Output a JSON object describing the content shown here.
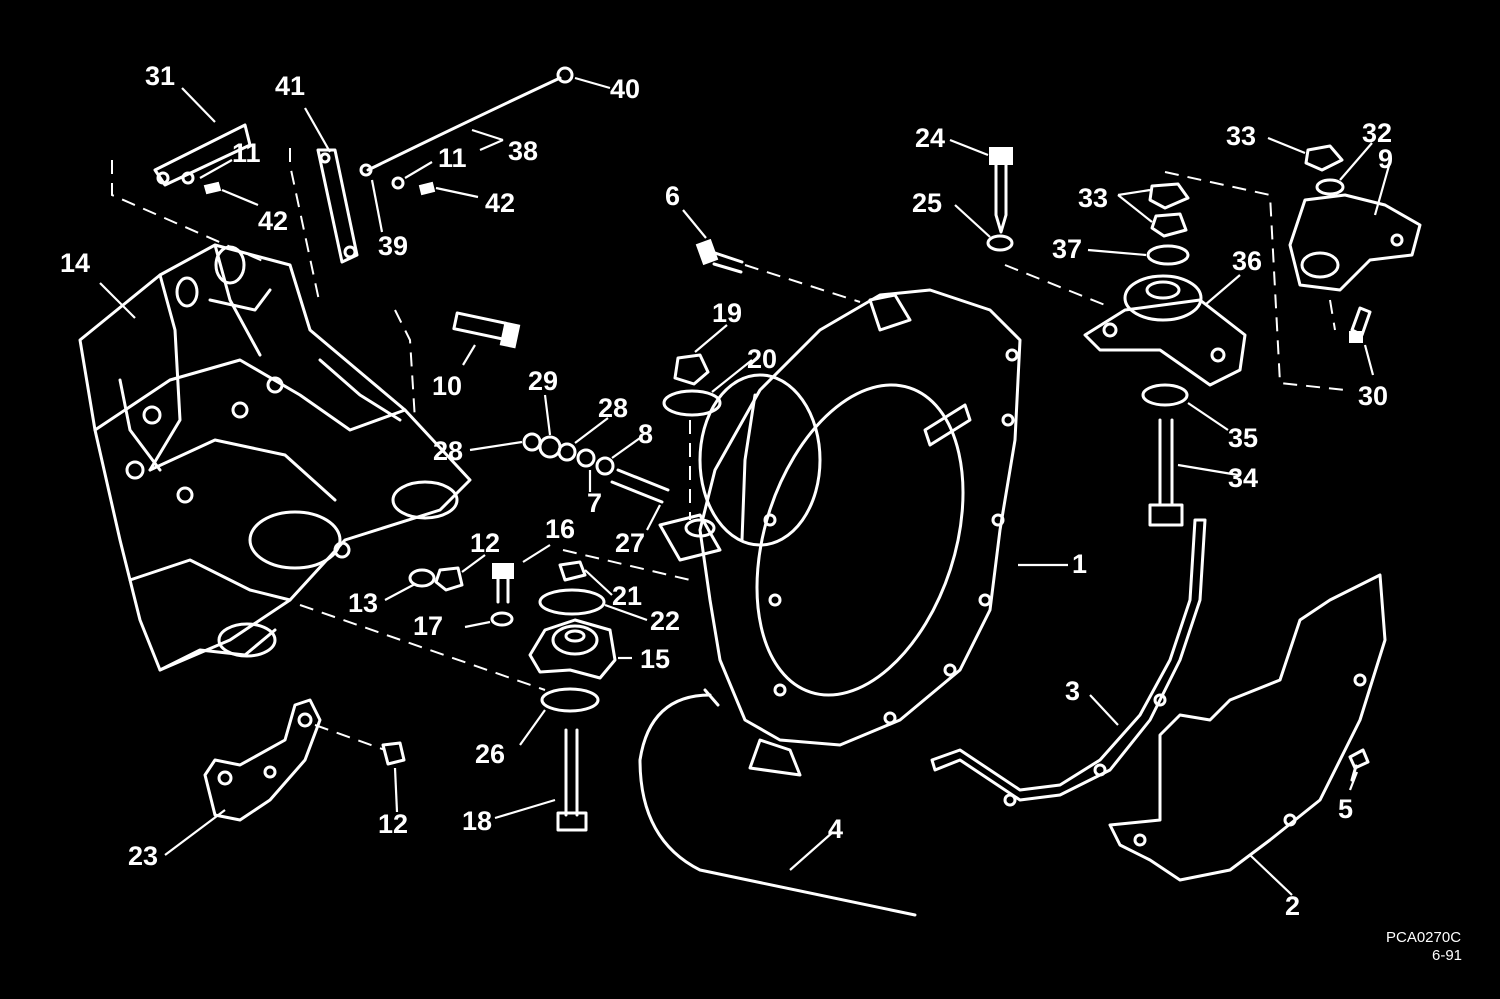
{
  "callouts": [
    "31",
    "41",
    "40",
    "11",
    "38",
    "11",
    "42",
    "42",
    "39",
    "14",
    "6",
    "24",
    "33",
    "32",
    "9",
    "25",
    "33",
    "37",
    "36",
    "19",
    "10",
    "20",
    "29",
    "28",
    "28",
    "8",
    "7",
    "27",
    "35",
    "34",
    "30",
    "1",
    "12",
    "16",
    "21",
    "13",
    "22",
    "17",
    "15",
    "3",
    "26",
    "12",
    "18",
    "4",
    "5",
    "23",
    "2"
  ],
  "drawing_code": "PCA0270C",
  "drawing_date": "6-91",
  "colors": {
    "background": "#000000",
    "ink": "#ffffff"
  }
}
